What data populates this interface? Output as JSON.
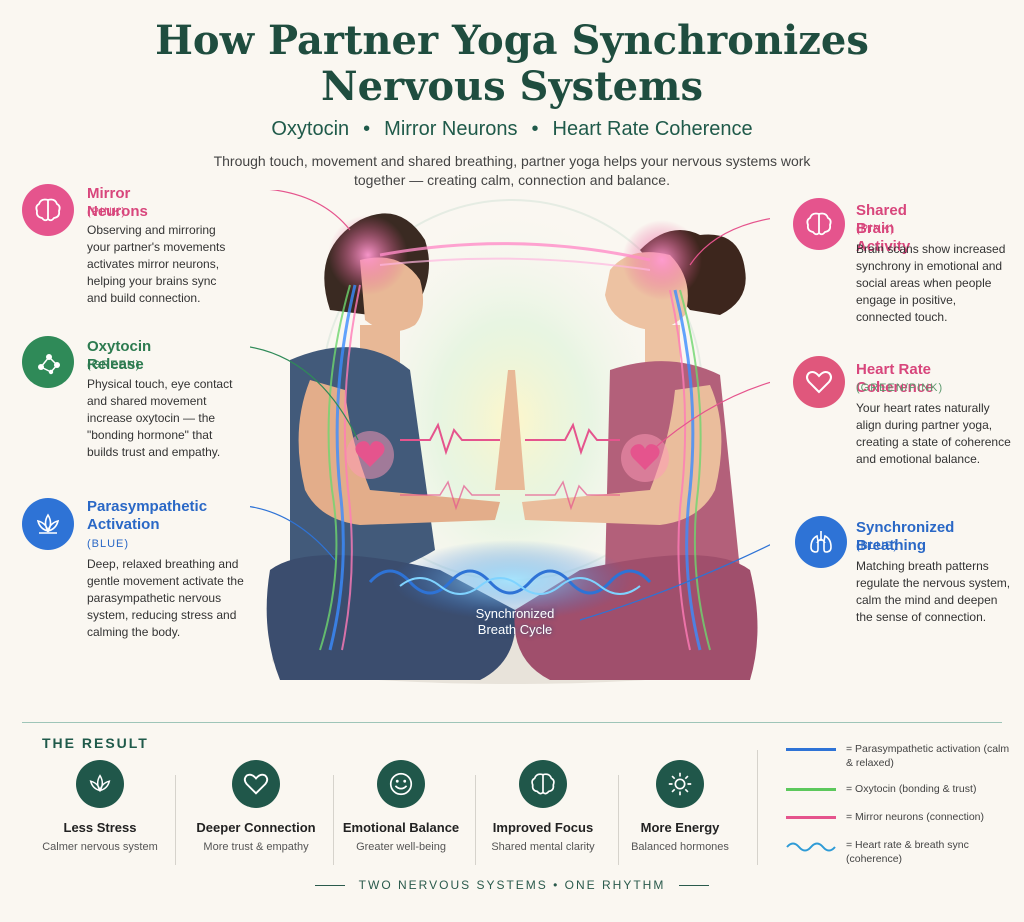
{
  "header": {
    "title_line1": "How Partner Yoga Synchronizes",
    "title_line2": "Nervous Systems",
    "subtitle_items": [
      "Oxytocin",
      "Mirror Neurons",
      "Heart Rate Coherence"
    ],
    "subtitle_separator": "•",
    "intro": "Through touch, movement and shared breathing, partner yoga helps your nervous systems work together — creating calm, connection and balance."
  },
  "features_left": [
    {
      "title": "Mirror Neurons",
      "tag": "(PINK)",
      "icon": "brain-icon",
      "desc": "Observing and mirroring your partner's movements activates mirror neurons, helping your brains sync and build connection."
    },
    {
      "title": "Oxytocin Release",
      "tag": "(GREEN)",
      "icon": "molecule-icon",
      "desc": "Physical touch, eye contact and shared movement increase oxytocin — the \"bonding hormone\" that builds trust and empathy."
    },
    {
      "title_line1": "Parasympathetic",
      "title_line2": "Activation",
      "tag": "(BLUE)",
      "icon": "lotus-icon",
      "desc": "Deep, relaxed breathing and gentle movement activate the parasympathetic nervous system, reducing stress and calming the body."
    }
  ],
  "features_right": [
    {
      "title": "Shared Brain Activity",
      "tag": "(PINK)",
      "icon": "brain-icon",
      "desc": "Brain scans show increased synchrony in emotional and social areas when people engage in positive, connected touch."
    },
    {
      "title": "Heart Rate Coherence",
      "tag": "(GREEN/PINK)",
      "icon": "heart-icon",
      "desc": "Your heart rates naturally align during partner yoga, creating a state of coherence and emotional balance."
    },
    {
      "title": "Synchronized Breathing",
      "tag": "(BLUE)",
      "icon": "lungs-icon",
      "desc": "Matching breath patterns regulate the nervous system, calm the mind and deepen the sense of connection."
    }
  ],
  "center": {
    "breath_label_line1": "Synchronized",
    "breath_label_line2": "Breath Cycle"
  },
  "result": {
    "heading": "THE RESULT",
    "items": [
      {
        "title": "Less Stress",
        "sub": "Calmer nervous system",
        "icon": "lotus-icon"
      },
      {
        "title": "Deeper Connection",
        "sub": "More trust & empathy",
        "icon": "heart-icon"
      },
      {
        "title": "Emotional Balance",
        "sub": "Greater well-being",
        "icon": "smile-icon"
      },
      {
        "title": "Improved Focus",
        "sub": "Shared mental clarity",
        "icon": "brain-icon"
      },
      {
        "title": "More Energy",
        "sub": "Balanced hormones",
        "icon": "sun-icon"
      }
    ]
  },
  "legend": [
    {
      "text": "= Parasympathetic activation (calm & relaxed)",
      "color": "#2e73d6"
    },
    {
      "text": "= Oxytocin (bonding & trust)",
      "color": "#5cc85c"
    },
    {
      "text": "= Mirror neurons (connection)",
      "color": "#e5548d"
    },
    {
      "text": "= Heart rate & breath sync (coherence)",
      "color": "#2e9bd6"
    }
  ],
  "footer": {
    "text": "TWO NERVOUS SYSTEMS • ONE RHYTHM"
  },
  "colors": {
    "pink": "#e5548d",
    "green": "#2f8a58",
    "blue": "#2e73d6",
    "dark_green": "#1f4d3f"
  }
}
